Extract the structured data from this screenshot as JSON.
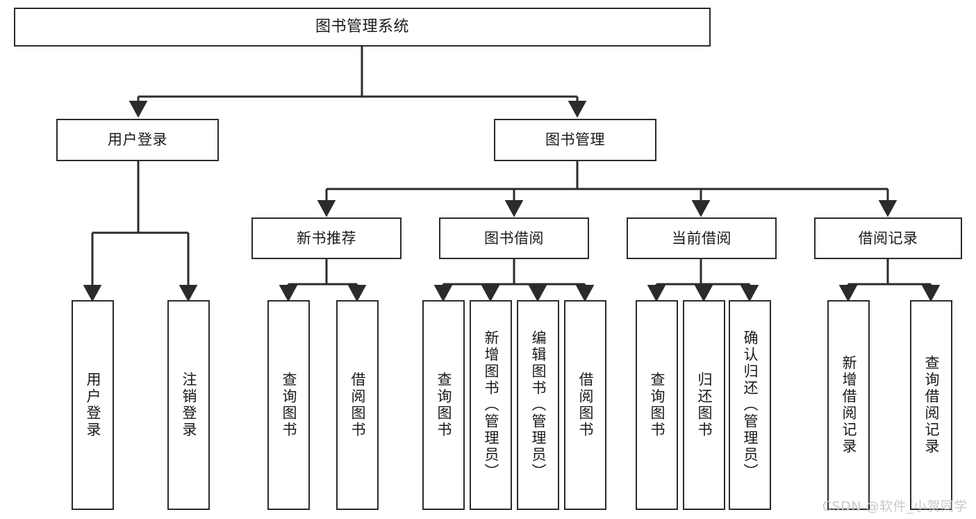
{
  "diagram": {
    "title": "图书管理系统",
    "type": "tree-hierarchy-chart",
    "orientation": "top-down",
    "colors": {
      "box_border": "#2b2b2b",
      "box_fill": "#ffffff",
      "edge": "#2b2b2b",
      "text": "#1a1a1a",
      "watermark": "#c9c9c9",
      "background": "#ffffff"
    },
    "watermark": "CSDN @软件_小贺同学",
    "nodes": {
      "root": {
        "label": "图书管理系统"
      },
      "level2": [
        {
          "id": "user-login",
          "label": "用户登录"
        },
        {
          "id": "book-manage",
          "label": "图书管理"
        }
      ],
      "level3": [
        {
          "id": "new-book-recommend",
          "label": "新书推荐"
        },
        {
          "id": "book-borrow",
          "label": "图书借阅"
        },
        {
          "id": "current-borrow",
          "label": "当前借阅"
        },
        {
          "id": "borrow-record",
          "label": "借阅记录"
        }
      ],
      "leaves": {
        "user-login": [
          {
            "id": "leaf-user-login",
            "label": "用户登录"
          },
          {
            "id": "leaf-user-logout",
            "label": "注销登录"
          }
        ],
        "new-book-recommend": [
          {
            "id": "leaf-query-book-1",
            "label": "查询图书"
          },
          {
            "id": "leaf-borrow-book-1",
            "label": "借阅图书"
          }
        ],
        "book-borrow": [
          {
            "id": "leaf-query-book-2",
            "label": "查询图书"
          },
          {
            "id": "leaf-add-book",
            "label": "新增图书（管理员）"
          },
          {
            "id": "leaf-edit-book",
            "label": "编辑图书（管理员）"
          },
          {
            "id": "leaf-borrow-book-2",
            "label": "借阅图书"
          }
        ],
        "current-borrow": [
          {
            "id": "leaf-query-book-3",
            "label": "查询图书"
          },
          {
            "id": "leaf-return-book",
            "label": "归还图书"
          },
          {
            "id": "leaf-confirm-return",
            "label": "确认归还（管理员）"
          }
        ],
        "borrow-record": [
          {
            "id": "leaf-add-record",
            "label": "新增借阅记录"
          },
          {
            "id": "leaf-query-record",
            "label": "查询借阅记录"
          }
        ]
      }
    }
  }
}
